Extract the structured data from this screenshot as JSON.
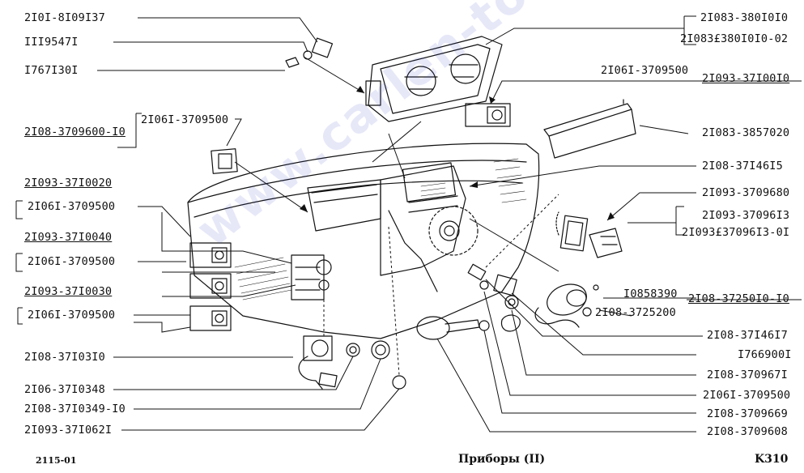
{
  "labels": {
    "l1": "2I0I-8I09I37",
    "l2": "III9547I",
    "l3": "I767I30I",
    "l4": "2I06I-3709500",
    "l5": "2I08-3709600-I0",
    "l6": "2I093-37I0020",
    "l7": "2I06I-3709500",
    "l8": "2I093-37I0040",
    "l9": "2I06I-3709500",
    "l10": "2I093-37I0030",
    "l11": "2I06I-3709500",
    "l12": "2I08-37I03I0",
    "l13": "2I06-37I0348",
    "l14": "2I08-37I0349-I0",
    "l15": "2I093-37I062I",
    "r1": "2I083-380I0I0",
    "r2": "2I083£380I0I0-02",
    "r3": "2I06I-3709500",
    "r4": "2I093-37I00I0",
    "r5": "2I083-3857020",
    "r6": "2I08-37I46I5",
    "r7": "2I093-3709680",
    "r8": "2I093-37096I3",
    "r9": "2I093£37096I3-0I",
    "r10": "I0858390",
    "r11": "2I08-37250I0-I0",
    "r12": "2I08-3725200",
    "r13": "2I08-37I46I7",
    "r14": "I766900I",
    "r15": "2I08-370967I",
    "r16": "2I06I-3709500",
    "r17": "2I08-3709669",
    "r18": "2I08-3709608"
  },
  "footer": {
    "left": "2115-01",
    "center": "Приборы (II)",
    "right": "K310"
  },
  "watermark": "www.carlen-too.kz",
  "colors": {
    "ink": "#111111",
    "watermark": "#3c50c8"
  }
}
